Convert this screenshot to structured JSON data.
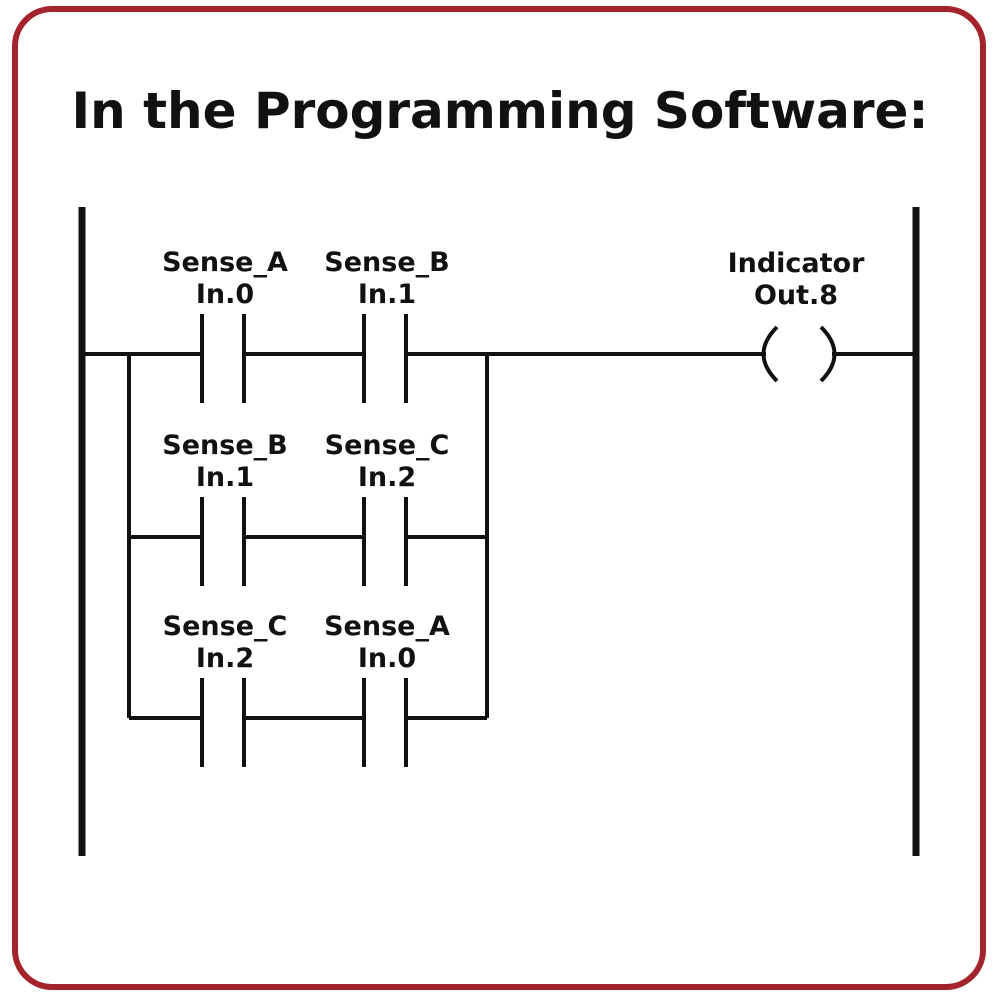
{
  "title": "In the Programming Software:",
  "colors": {
    "frame": "#a3242c",
    "ink": "#111111",
    "background": "#ffffff"
  },
  "contacts": [
    {
      "tag": "Sense_A",
      "address": "In.0"
    },
    {
      "tag": "Sense_B",
      "address": "In.1"
    },
    {
      "tag": "Sense_B",
      "address": "In.1"
    },
    {
      "tag": "Sense_C",
      "address": "In.2"
    },
    {
      "tag": "Sense_C",
      "address": "In.2"
    },
    {
      "tag": "Sense_A",
      "address": "In.0"
    }
  ],
  "coil": {
    "tag": "Indicator",
    "address": "Out.8"
  }
}
